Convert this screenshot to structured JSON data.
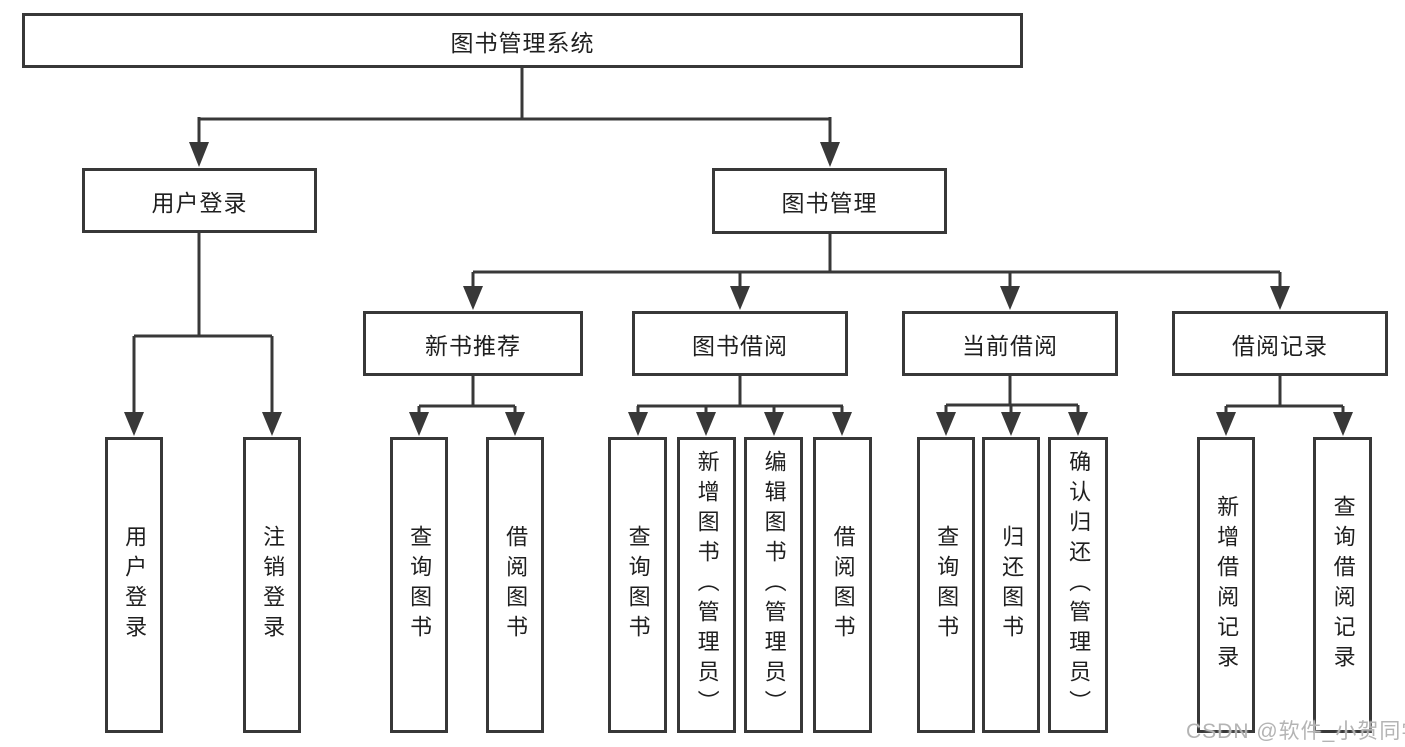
{
  "colors": {
    "line": "#383838",
    "text": "#1f1f1f",
    "background": "#ffffff",
    "watermark": "#b4b4b4"
  },
  "diagram": {
    "title": "图书管理系统",
    "level2": [
      {
        "label": "用户登录"
      },
      {
        "label": "图书管理"
      }
    ],
    "level3": [
      {
        "label": "新书推荐"
      },
      {
        "label": "图书借阅"
      },
      {
        "label": "当前借阅"
      },
      {
        "label": "借阅记录"
      }
    ],
    "leaves": {
      "user_login": [
        "用户登录",
        "注销登录"
      ],
      "new_book": [
        "查询图书",
        "借阅图书"
      ],
      "book_borrow": [
        "查询图书",
        "新增图书（管理员）",
        "编辑图书（管理员）",
        "借阅图书"
      ],
      "current_borrow": [
        "查询图书",
        "归还图书",
        "确认归还（管理员）"
      ],
      "borrow_records": [
        "新增借阅记录",
        "查询借阅记录"
      ]
    }
  },
  "watermark": {
    "text": "CSDN @软件_小贺同学"
  }
}
